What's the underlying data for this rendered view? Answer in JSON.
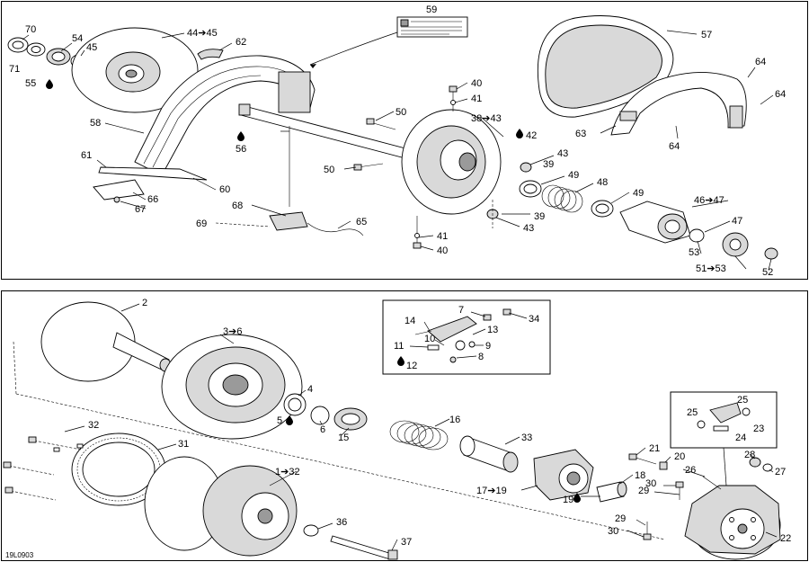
{
  "diagram_code": "19L0903",
  "label_59": "59",
  "drop_icon": "oil-drop-icon",
  "upper_labels": {
    "l70": "70",
    "l71": "71",
    "l54": "54",
    "l45a": "45",
    "l55": "55",
    "l44_45": "44➔45",
    "l62": "62",
    "l58": "58",
    "l61": "61",
    "l56": "56",
    "l66": "66",
    "l67": "67",
    "l60": "60",
    "l68": "68",
    "l69": "69",
    "l65": "65",
    "l50a": "50",
    "l50b": "50",
    "l40a": "40",
    "l41a": "41",
    "l38_43": "38➔43",
    "l42": "42",
    "l43a": "43",
    "l39a": "39",
    "l49a": "49",
    "l48": "48",
    "l49b": "49",
    "l39b": "39",
    "l43b": "43",
    "l41b": "41",
    "l40b": "40",
    "l57": "57",
    "l64a": "64",
    "l64b": "64",
    "l63": "63",
    "l64c": "64",
    "l46_47": "46➔47",
    "l47": "47",
    "l53": "53",
    "l51_53": "51➔53",
    "l52": "52"
  },
  "lower_labels": {
    "l2": "2",
    "l3_6": "3➔6",
    "l4": "4",
    "l5": "5",
    "l6": "6",
    "l15": "15",
    "l16": "16",
    "l33": "33",
    "l7": "7",
    "l34": "34",
    "l14": "14",
    "l13": "13",
    "l11": "11",
    "l10": "10",
    "l9": "9",
    "l12": "12",
    "l8": "8",
    "l32": "32",
    "l31": "31",
    "l1_32": "1➔32",
    "l36": "36",
    "l37": "37",
    "l21": "21",
    "l20": "20",
    "l17_19": "17➔19",
    "l18": "18",
    "l19": "19",
    "l26": "26",
    "l30a": "30",
    "l29a": "29",
    "l29b": "29",
    "l30b": "30",
    "l22": "22",
    "l25a": "25",
    "l25b": "25",
    "l23": "23",
    "l24": "24",
    "l28": "28",
    "l27": "27"
  }
}
